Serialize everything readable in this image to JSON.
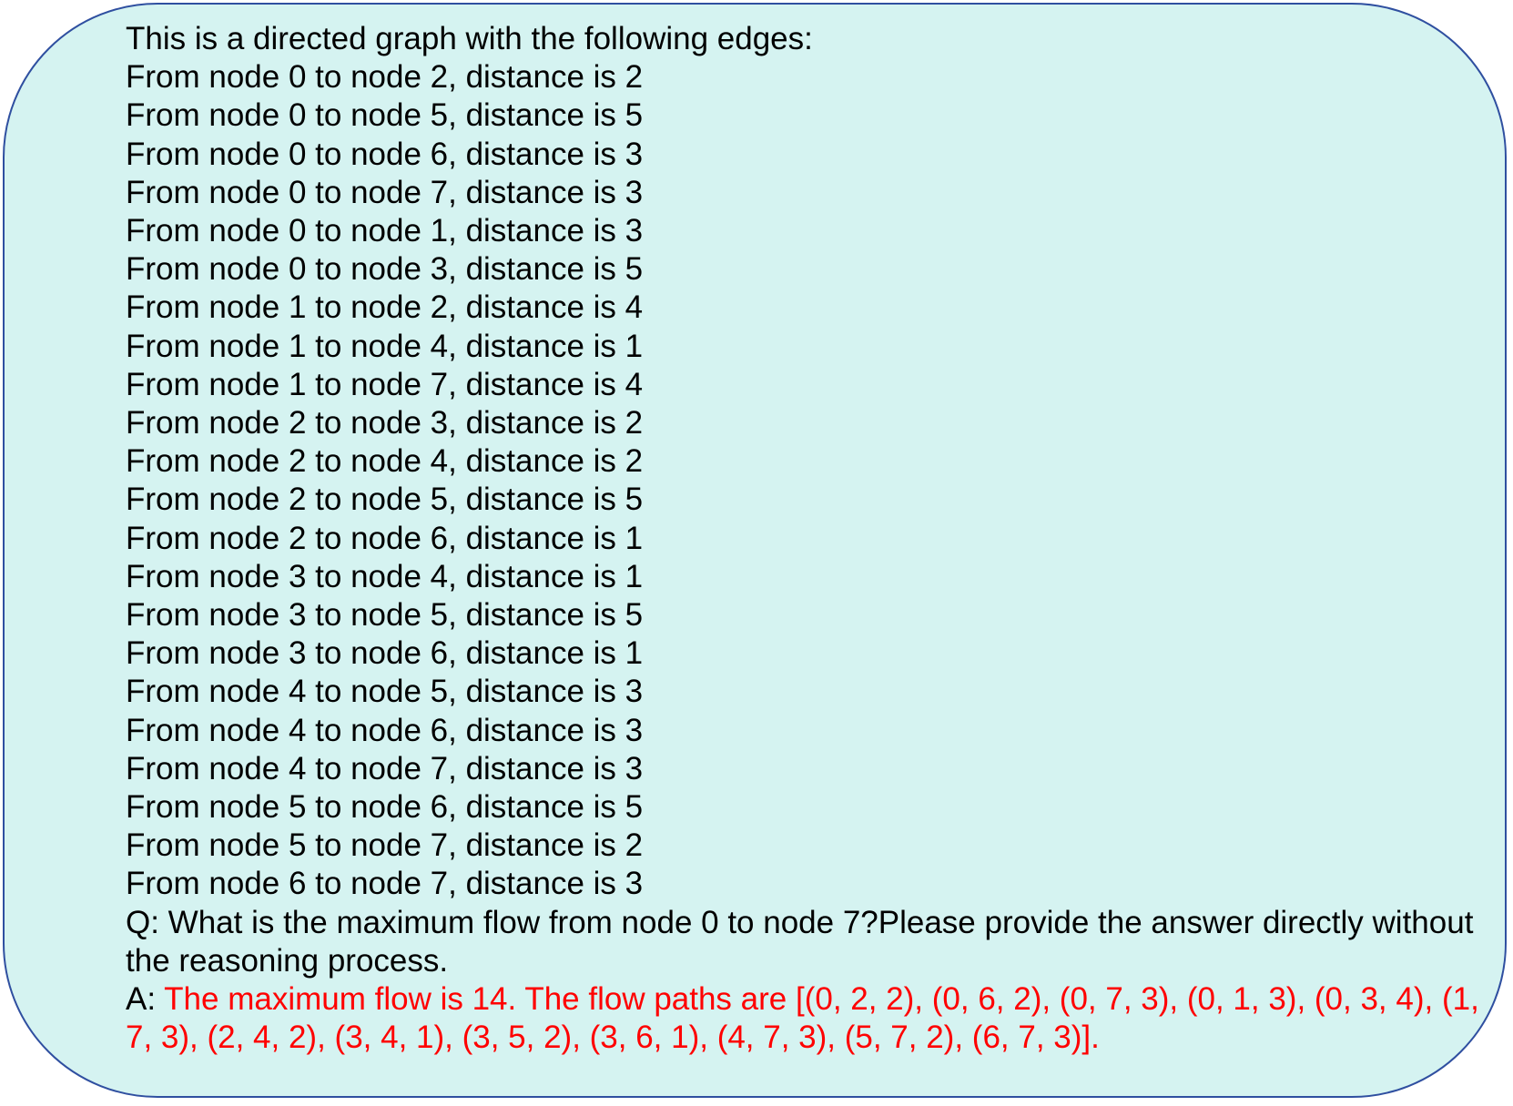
{
  "intro": "This is a directed graph with the following edges:",
  "edges": [
    "From node 0 to node 2, distance is 2",
    "From node 0 to node 5, distance is 5",
    "From node 0 to node 6, distance is 3",
    "From node 0 to node 7, distance is 3",
    "From node 0 to node 1, distance is 3",
    "From node 0 to node 3, distance is 5",
    "From node 1 to node 2, distance is 4",
    "From node 1 to node 4, distance is 1",
    "From node 1 to node 7, distance is 4",
    "From node 2 to node 3, distance is 2",
    "From node 2 to node 4, distance is 2",
    "From node 2 to node 5, distance is 5",
    "From node 2 to node 6, distance is 1",
    "From node 3 to node 4, distance is 1",
    "From node 3 to node 5, distance is 5",
    "From node 3 to node 6, distance is 1",
    "From node 4 to node 5, distance is 3",
    "From node 4 to node 6, distance is 3",
    "From node 4 to node 7, distance is 3",
    "From node 5 to node 6, distance is 5",
    "From node 5 to node 7, distance is 2",
    "From node 6 to node 7, distance is 3"
  ],
  "question": "Q: What is the maximum flow from node 0 to node 7?Please provide the answer directly without the reasoning process.",
  "answer_prefix": "A: ",
  "answer_text": "The maximum flow is 14. The flow paths are [(0, 2, 2), (0, 6, 2), (0, 7, 3), (0, 1, 3), (0, 3, 4), (1, 7, 3), (2, 4, 2), (3, 4, 1), (3, 5, 2), (3, 6, 1), (4, 7, 3), (5, 7, 2), (6, 7, 3)].",
  "colors": {
    "panel_fill": "#d5f3f1",
    "panel_border": "#2f4fa0",
    "answer": "#ff0000"
  }
}
